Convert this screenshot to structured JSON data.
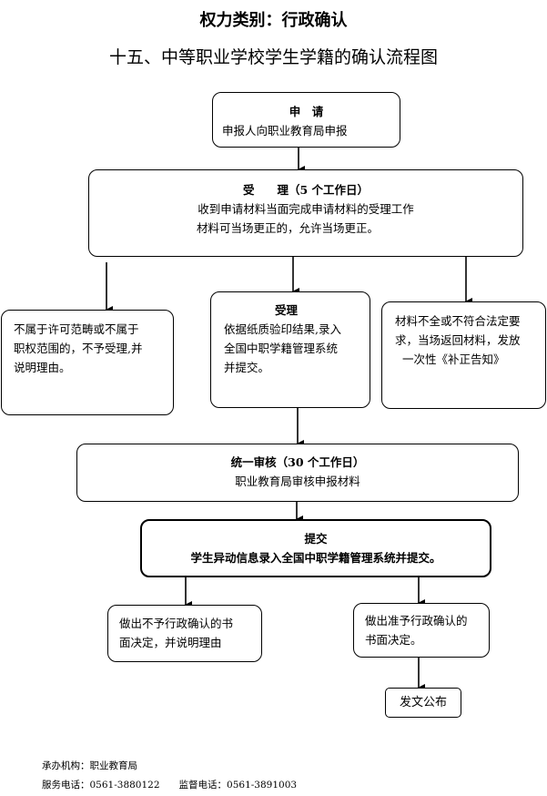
{
  "header": {
    "category": "权力类别：行政确认",
    "title": "十五、中等职业学校学生学籍的确认流程图"
  },
  "nodes": {
    "apply": {
      "title": "申　请",
      "text": "申报人向职业教育局申报"
    },
    "accept": {
      "title": "受　　理（5 个工作日）",
      "line1": "收到申请材料当面完成申请材料的受理工作",
      "line2": "材料可当场更正的，允许当场更正。"
    },
    "reject_scope": {
      "line1": "不属于许可范畴或不属于",
      "line2": "职权范围的，不予受理,并",
      "line3": "说明理由。"
    },
    "accept_detail": {
      "title": "受理",
      "line1": "依据纸质验印结果,录入",
      "line2": "全国中职学籍管理系统",
      "line3": "并提交。"
    },
    "incomplete": {
      "line1": "材料不全或不符合法定要",
      "line2": "求，当场返回材料，发放",
      "line3": "一次性《补正告知》"
    },
    "review": {
      "title": "统一审核（30 个工作日）",
      "text": "职业教育局审核申报材料"
    },
    "submit": {
      "title": "提交",
      "text": "学生异动信息录入全国中职学籍管理系统并提交。"
    },
    "deny_decision": {
      "line1": "做出不予行政确认的书",
      "line2": "面决定，并说明理由"
    },
    "approve_decision": {
      "line1": "做出准予行政确认的",
      "line2": "书面决定。"
    },
    "publish": {
      "text": "发文公布"
    }
  },
  "footer": {
    "org": "承办机构：职业教育局",
    "phones": "服务电话：0561-3880122　　监督电话：0561-3891003"
  }
}
